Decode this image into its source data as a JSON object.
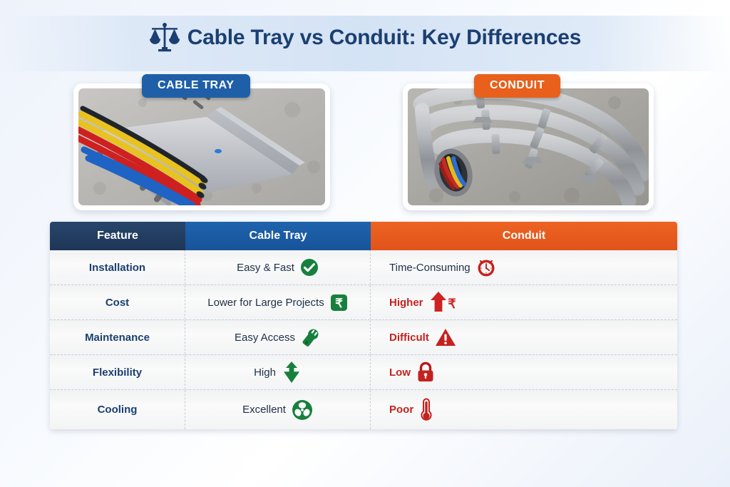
{
  "header": {
    "title": "Cable Tray vs Conduit: Key Differences",
    "icon": "balance-scale-icon",
    "title_color": "#1b3f72"
  },
  "panels": [
    {
      "badge_label": "CABLE TRAY",
      "badge_color": "#1f5fa8",
      "image_alt": "Perforated galvanized steel cable tray with yellow, red and blue cables laid inside, on concrete floor"
    },
    {
      "badge_label": "CONDUIT",
      "badge_color": "#e8601c",
      "image_alt": "Coiled grey PVC flexible conduit pipes with mounting straps on concrete, open end showing red, yellow and blue wires"
    }
  ],
  "table": {
    "columns": [
      {
        "label": "Feature",
        "color": "#1e3656"
      },
      {
        "label": "Cable Tray",
        "color": "#17539a"
      },
      {
        "label": "Conduit",
        "color": "#e2531a"
      }
    ],
    "rows": [
      {
        "feature": "Installation",
        "tray": {
          "text": "Easy & Fast",
          "icon": "green-check-circle-icon"
        },
        "conduit": {
          "text": "Time-Consuming",
          "icon": "red-clock-icon"
        }
      },
      {
        "feature": "Cost",
        "tray": {
          "text": "Lower for Large Projects",
          "icon": "green-rupee-badge-icon"
        },
        "conduit": {
          "text": "Higher",
          "icon": "red-up-arrow-rupee-icon"
        }
      },
      {
        "feature": "Maintenance",
        "tray": {
          "text": "Easy Access",
          "icon": "green-wrench-icon"
        },
        "conduit": {
          "text": "Difficult",
          "icon": "red-warning-triangle-icon"
        }
      },
      {
        "feature": "Flexibility",
        "tray": {
          "text": "High",
          "icon": "green-double-arrow-icon"
        },
        "conduit": {
          "text": "Low",
          "icon": "red-lock-icon"
        }
      },
      {
        "feature": "Cooling",
        "tray": {
          "text": "Excellent",
          "icon": "green-fan-circle-icon"
        },
        "conduit": {
          "text": "Poor",
          "icon": "red-thermometer-icon"
        }
      }
    ]
  },
  "colors": {
    "green": "#128a3c",
    "red": "#c5221f",
    "blue": "#1f5fa8",
    "orange": "#e8601c",
    "navy": "#1b3f72"
  }
}
